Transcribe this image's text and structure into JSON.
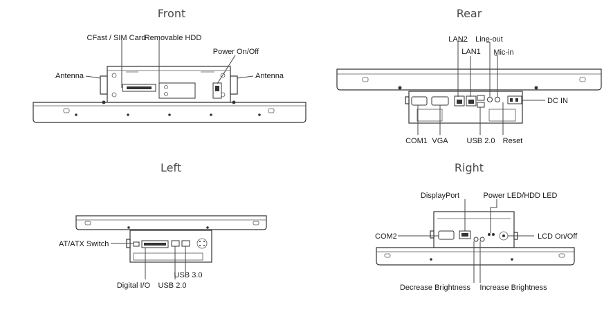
{
  "titles": {
    "front": "Front",
    "rear": "Rear",
    "left": "Left",
    "right": "Right"
  },
  "front_labels": {
    "cfast": "CFast / SIM Card",
    "hdd": "Removable HDD",
    "power": "Power On/Off",
    "antenna_left": "Antenna",
    "antenna_right": "Antenna"
  },
  "rear_labels": {
    "lan2": "LAN2",
    "lan1": "LAN1",
    "lineout": "Line-out",
    "micin": "Mic-in",
    "dcin": "DC IN",
    "com1": "COM1",
    "vga": "VGA",
    "usb20": "USB 2.0",
    "reset": "Reset"
  },
  "left_labels": {
    "atatx": "AT/ATX Switch",
    "usb30": "USB 3.0",
    "dio": "Digital I/O",
    "usb20": "USB 2.0"
  },
  "right_labels": {
    "displayport": "DisplayPort",
    "powerled": "Power LED/HDD LED",
    "com2": "COM2",
    "lcd": "LCD On/Off",
    "decrease": "Decrease Brightness",
    "increase": "Increase Brightness"
  }
}
